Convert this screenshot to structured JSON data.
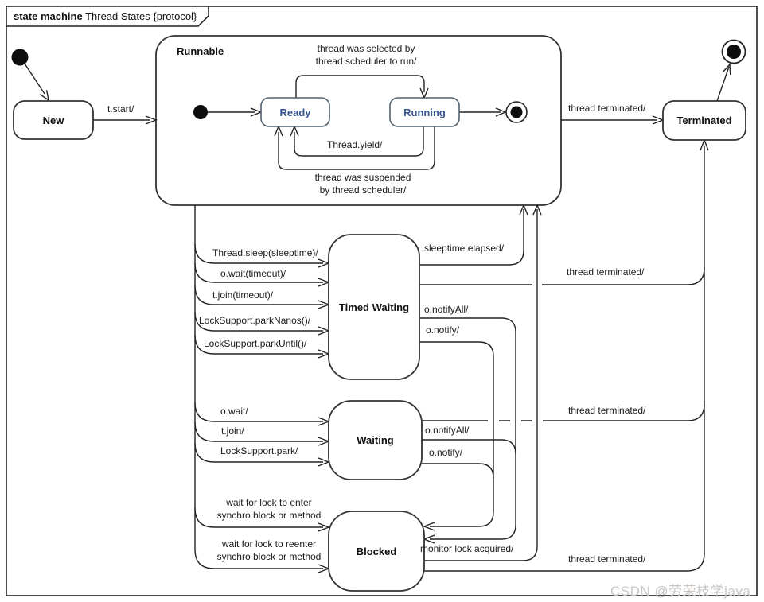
{
  "frame": {
    "title_keyword": "state machine",
    "title_name": " Thread States {protocol}"
  },
  "states": {
    "new": "New",
    "runnable": "Runnable",
    "ready": "Ready",
    "running": "Running",
    "terminated": "Terminated",
    "timed_waiting": "Timed Waiting",
    "waiting": "Waiting",
    "blocked": "Blocked"
  },
  "transitions": {
    "t_start": "t.start/",
    "selected": "thread was selected by\nthread scheduler to run/",
    "yield": "Thread.yield/",
    "suspended": "thread was suspended\nby thread scheduler/",
    "runnable_terminated": "thread terminated/",
    "sleep": "Thread.sleep(sleeptime)/",
    "wait_timeout": "o.wait(timeout)/",
    "join_timeout": "t.join(timeout)/",
    "park_nanos": "LockSupport.parkNanos()/",
    "park_until": "LockSupport.parkUntil()/",
    "sleeptime_elapsed": "sleeptime elapsed/",
    "tw_terminated": "thread terminated/",
    "tw_notify_all": "o.notifyAll/",
    "tw_notify": "o.notify/",
    "o_wait": "o.wait/",
    "t_join": "t.join/",
    "park": "LockSupport.park/",
    "w_terminated": "thread terminated/",
    "w_notify_all": "o.notifyAll/",
    "w_notify": "o.notify/",
    "lock_enter": "wait for lock to enter\nsynchro block or method",
    "lock_reenter": "wait for lock to reenter\nsynchro block or method",
    "monitor_acquired": "monitor lock acquired/",
    "b_terminated": "thread terminated/"
  },
  "watermark": "CSDN @劳荣枝学java",
  "colors": {
    "line": "#222222",
    "state_border": "#333333",
    "inner_state_text": "#35568D",
    "inner_state_border": "#51626f",
    "watermark": "#c9c6c3"
  }
}
